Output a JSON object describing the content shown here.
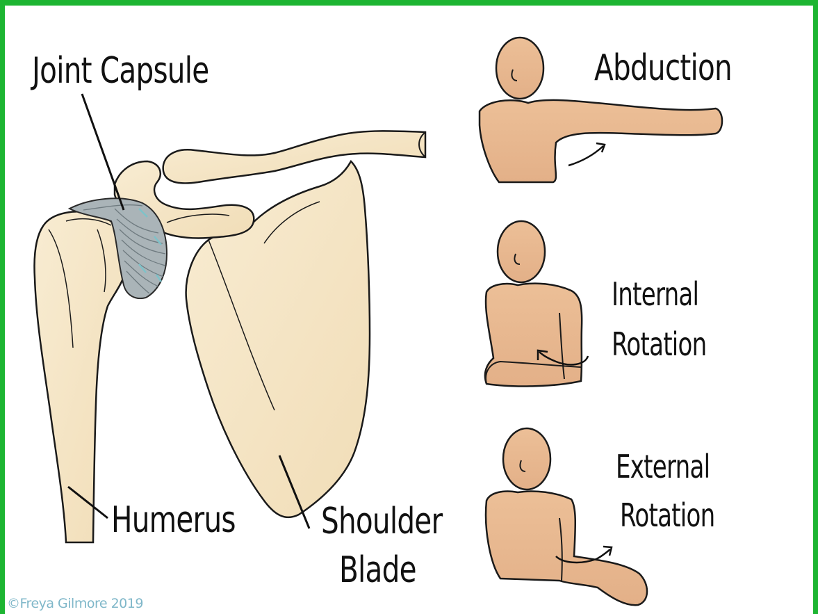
{
  "labels": {
    "joint_capsule": "Joint Capsule",
    "humerus": "Humerus",
    "shoulder": "Shoulder",
    "blade": "Blade",
    "abduction": "Abduction",
    "internal_1": "Internal",
    "internal_2": "Rotation",
    "external_1": "External",
    "external_2": "Rotation",
    "credit": "©Freya Gilmore 2019"
  },
  "colors": {
    "border": "#1db532",
    "bone": "#f6e6c6",
    "skin": "#eab890",
    "capsule": "#a9b4b8",
    "capsule_accent": "#7ec2c9",
    "outline": "#1a1a1a",
    "credit": "#7fb7c9"
  }
}
